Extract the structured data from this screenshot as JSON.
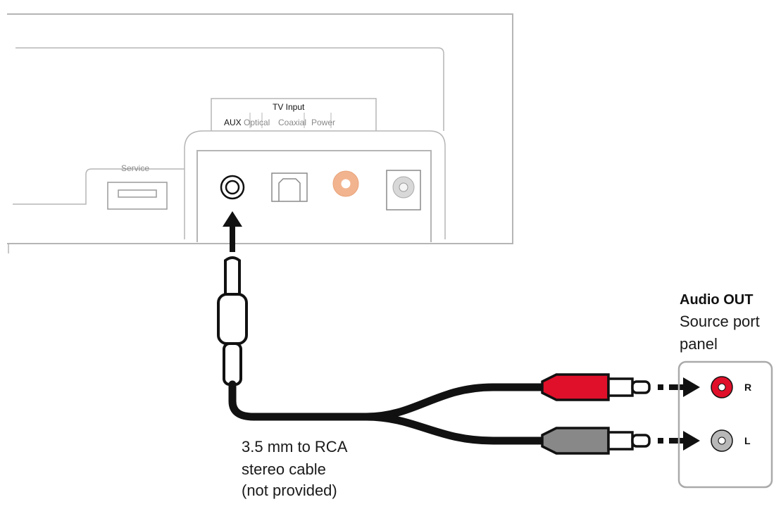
{
  "device": {
    "service_label": "Service",
    "tv_input_label": "TV Input",
    "ports": {
      "aux": "AUX",
      "optical": "Optical",
      "coaxial": "Coaxial",
      "power": "Power"
    }
  },
  "source_panel": {
    "title": "Audio OUT",
    "subtitle_line1": "Source port",
    "subtitle_line2": "panel",
    "right_label": "R",
    "left_label": "L"
  },
  "cable": {
    "line1": "3.5 mm to RCA",
    "line2": "stereo cable",
    "line3": "(not provided)"
  },
  "colors": {
    "red_plug": "#e0102a",
    "gray_plug": "#888888",
    "coaxial_port": "#f2b48e",
    "device_outline": "#b5b5b5",
    "cable": "#111111"
  },
  "icons": [
    "arrow-up-icon",
    "arrow-right-icon",
    "usb-port-icon",
    "aux-jack-icon",
    "optical-port-icon",
    "coaxial-port-icon",
    "power-port-icon",
    "rca-jack-icon"
  ]
}
